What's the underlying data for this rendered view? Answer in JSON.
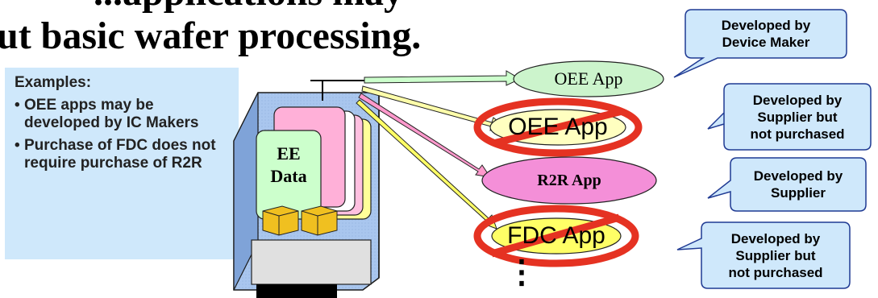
{
  "title": {
    "line1": "...applications may",
    "line2": "ut basic wafer processing."
  },
  "examples": {
    "heading": "Examples:",
    "items": [
      "OEE apps may be developed by IC Makers",
      "Purchase of FDC does not require purchase of R2R"
    ]
  },
  "equipment": {
    "data_label_line1": "EE",
    "data_label_line2": "Data"
  },
  "apps": [
    {
      "label": "OEE App",
      "color": "#c8f0c8",
      "crossed": false
    },
    {
      "label": "OEE App",
      "color": "#ffffc0",
      "crossed": true
    },
    {
      "label": "R2R App",
      "color": "#f48fd8",
      "crossed": false
    },
    {
      "label": "FDC App",
      "color": "#ffff66",
      "crossed": true
    }
  ],
  "callouts": [
    {
      "line1": "Developed by",
      "line2": "Device Maker",
      "line3": ""
    },
    {
      "line1": "Developed by",
      "line2": "Supplier but",
      "line3": "not purchased"
    },
    {
      "line1": "Developed by",
      "line2": "Supplier",
      "line3": ""
    },
    {
      "line1": "Developed by",
      "line2": "Supplier but",
      "line3": "not purchased"
    }
  ],
  "continuation": "⋮",
  "colors": {
    "callout_fill": "#cfe8fb",
    "callout_border": "#1f3a93",
    "prohibit": "#e53222",
    "tool_fill": "#a8c8f0"
  }
}
